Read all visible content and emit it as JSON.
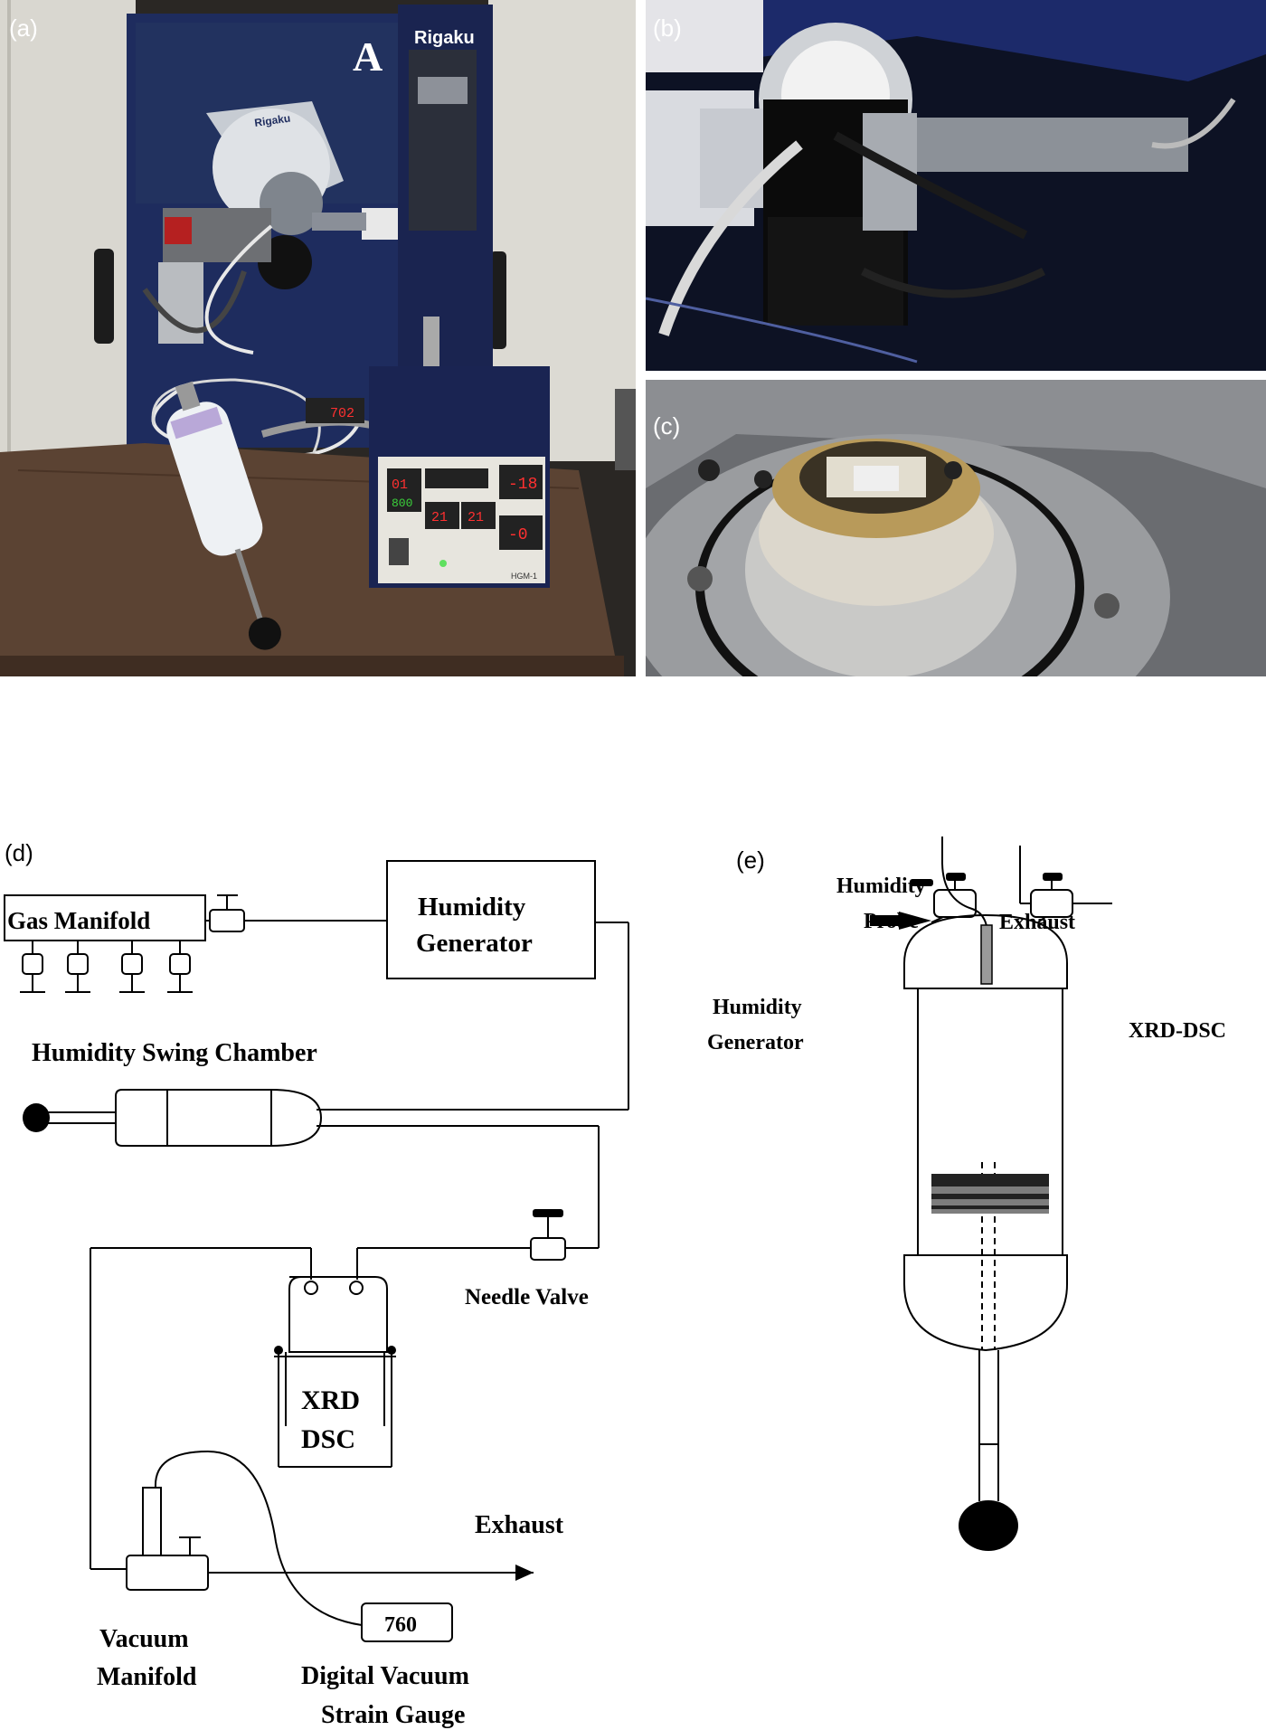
{
  "panels": {
    "a": {
      "label": "(a)",
      "stamp": "A",
      "brand_top": "Rigaku",
      "brand_goniometer": "Rigaku",
      "display_small": "702",
      "display_1": "01",
      "display_1b": "800",
      "display_2": "-18",
      "display_3": "21",
      "display_4": "21",
      "display_5": "-0",
      "panel_tag": "HGM-1"
    },
    "b": {
      "label": "(b)"
    },
    "c": {
      "label": "(c)"
    },
    "d": {
      "label": "(d)",
      "gas_manifold": "Gas Manifold",
      "humidity_generator_1": "Humidity",
      "humidity_generator_2": "Generator",
      "swing_chamber": "Humidity Swing Chamber",
      "needle_valve": "Needle Valve",
      "xrd": "XRD",
      "dsc": "DSC",
      "exhaust": "Exhaust",
      "vacuum_manifold_1": "Vacuum",
      "vacuum_manifold_2": "Manifold",
      "gauge_value": "760",
      "gauge_label_1": "Digital Vacuum",
      "gauge_label_2": "Strain Gauge"
    },
    "e": {
      "label": "(e)",
      "probe_1": "Humidity",
      "probe_2": "Probe",
      "exhaust": "Exhaust",
      "generator_1": "Humidity",
      "generator_2": "Generator",
      "xrd_dsc": "XRD-DSC"
    }
  },
  "colors": {
    "instrument_blue": "#1c2a5c",
    "cabinet_grey": "#d8d6cf",
    "table_brown": "#5a4232",
    "led_red": "#ff2b2b",
    "brass": "#b89a5a"
  }
}
